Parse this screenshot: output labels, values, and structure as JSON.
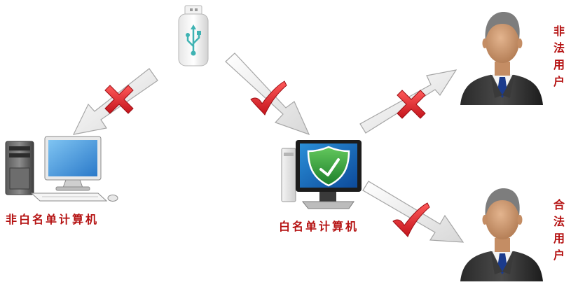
{
  "labels": {
    "non_whitelist_computer": "非白名单计算机",
    "whitelist_computer": "白名单计算机",
    "illegal_user": "非法用户",
    "legal_user": "合法用户"
  },
  "colors": {
    "label": "#b51212",
    "cross_mark": "#e0242a",
    "check_mark": "#e0242a",
    "shield": "#2a9a34",
    "screen": "#1f5fb3"
  },
  "icons": {
    "usb_drive": "usb-drive-icon",
    "desktop_computer": "desktop-computer-icon",
    "secure_monitor": "monitor-shield-icon",
    "user": "business-user-icon",
    "deny": "cross-mark-icon",
    "allow": "check-mark-icon"
  }
}
